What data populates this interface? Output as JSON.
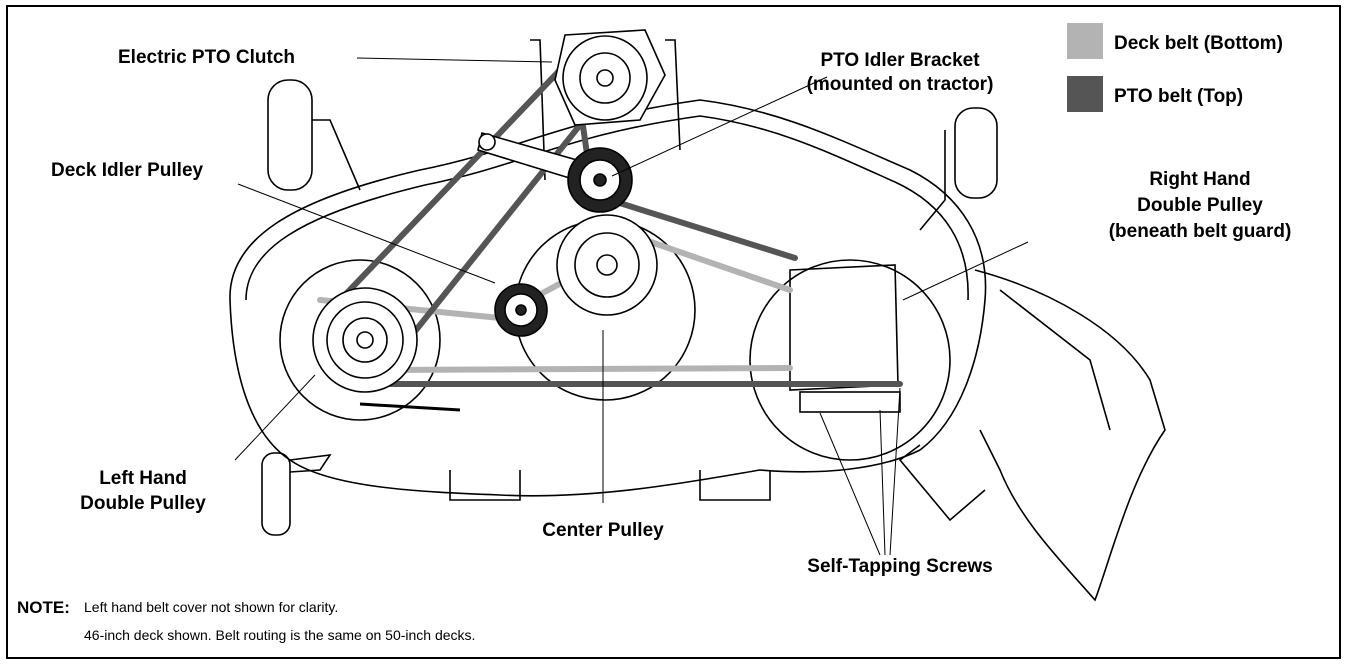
{
  "colors": {
    "deck_belt": "#b3b3b3",
    "pto_belt": "#555555",
    "outline": "#000000",
    "background": "#ffffff"
  },
  "legend": {
    "deck_belt": "Deck belt (Bottom)",
    "pto_belt": "PTO belt (Top)"
  },
  "labels": {
    "electric_pto_clutch": "Electric PTO Clutch",
    "pto_idler_bracket_1": "PTO Idler Bracket",
    "pto_idler_bracket_2": "(mounted on tractor)",
    "deck_idler_pulley": "Deck Idler Pulley",
    "right_hand_1": "Right Hand",
    "right_hand_2": "Double Pulley",
    "right_hand_3": "(beneath belt guard)",
    "left_hand_1": "Left Hand",
    "left_hand_2": "Double Pulley",
    "center_pulley": "Center Pulley",
    "self_tapping_screws": "Self-Tapping Screws"
  },
  "note": {
    "heading": "NOTE:",
    "line1": "Left hand belt cover not shown for clarity.",
    "line2": "46-inch deck shown. Belt routing is the same on 50-inch decks."
  }
}
